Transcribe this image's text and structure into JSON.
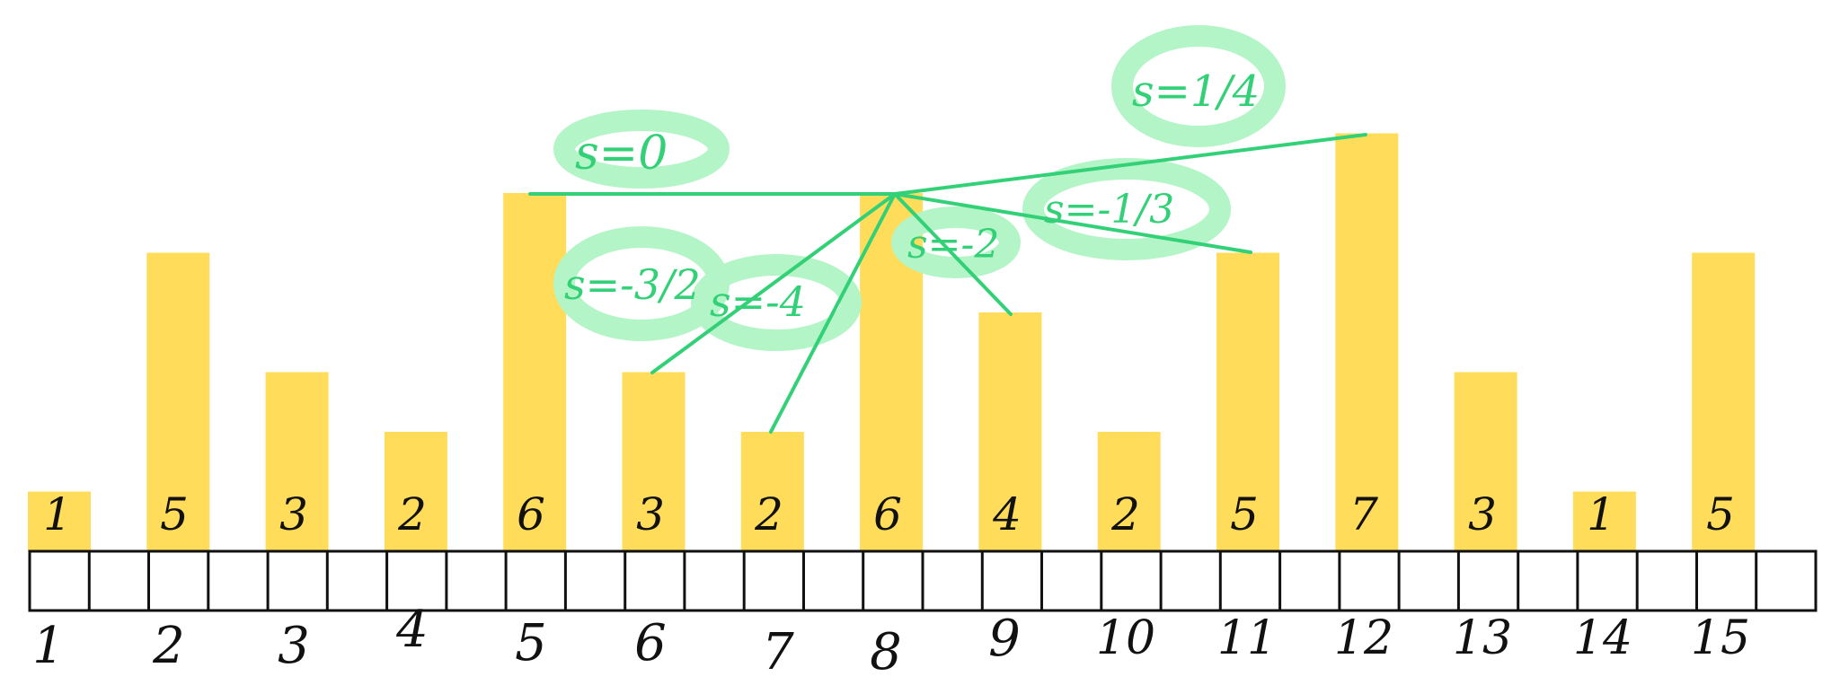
{
  "diagram": {
    "bars": [
      {
        "position": "1",
        "height": "1"
      },
      {
        "position": "2",
        "height": "5"
      },
      {
        "position": "3",
        "height": "3"
      },
      {
        "position": "4",
        "height": "2"
      },
      {
        "position": "5",
        "height": "6"
      },
      {
        "position": "6",
        "height": "3"
      },
      {
        "position": "7",
        "height": "2"
      },
      {
        "position": "8",
        "height": "6"
      },
      {
        "position": "9",
        "height": "4"
      },
      {
        "position": "10",
        "height": "2"
      },
      {
        "position": "11",
        "height": "5"
      },
      {
        "position": "12",
        "height": "7"
      },
      {
        "position": "13",
        "height": "3"
      },
      {
        "position": "14",
        "height": "1"
      },
      {
        "position": "15",
        "height": "5"
      }
    ],
    "slopes": [
      {
        "label": "s=0"
      },
      {
        "label": "s=-3/2"
      },
      {
        "label": "s=-4"
      },
      {
        "label": "s=-2"
      },
      {
        "label": "s=-1/3"
      },
      {
        "label": "s=1/4"
      }
    ],
    "colors": {
      "bar": "#FFDC5A",
      "line": "#33D177",
      "highlight": "#B4F5C8",
      "ink": "#111111"
    }
  }
}
